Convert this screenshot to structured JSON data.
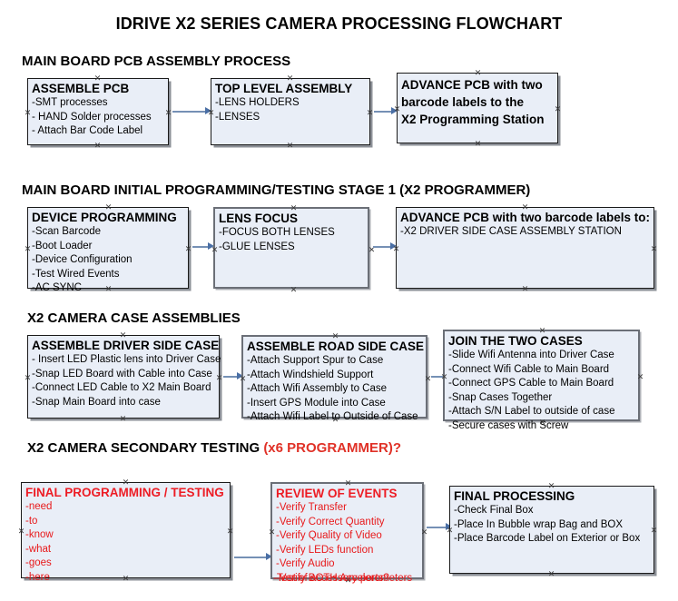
{
  "document": {
    "title": "IDRIVE X2  SERIES CAMERA PROCESSING FLOWCHART"
  },
  "sections": [
    {
      "id": "main-board-pcb-assembly",
      "heading": "MAIN BOARD PCB ASSEMBLY PROCESS",
      "heading_accent": ""
    },
    {
      "id": "main-board-initial-programming",
      "heading": "MAIN BOARD INITIAL PROGRAMMING/TESTING STAGE 1 (X2 PROGRAMMER)",
      "heading_accent": ""
    },
    {
      "id": "x2-camera-case-assemblies",
      "heading": "X2 CAMERA CASE ASSEMBLIES",
      "heading_accent": ""
    },
    {
      "id": "x2-camera-secondary-testing",
      "heading": "X2 CAMERA SECONDARY TESTING ",
      "heading_accent": "(x6 PROGRAMMER)?"
    }
  ],
  "nodes": {
    "assemble_pcb": {
      "title": "ASSEMBLE PCB",
      "lines": [
        "-SMT processes",
        "- HAND Solder processes",
        "- Attach Bar Code Label"
      ]
    },
    "top_level_assembly": {
      "title": "TOP LEVEL ASSEMBLY",
      "lines": [
        "-LENS HOLDERS",
        "-LENSES"
      ]
    },
    "advance_pcb_station": {
      "title_lines": [
        "ADVANCE PCB with two",
        "barcode labels to the",
        " X2 Programming Station"
      ],
      "lines": []
    },
    "device_programming": {
      "title": "DEVICE PROGRAMMING",
      "lines": [
        "-Scan Barcode",
        "-Boot Loader",
        "-Device Configuration",
        "-Test Wired Events",
        "-AC SYNC"
      ]
    },
    "lens_focus": {
      "title": "LENS FOCUS",
      "lines": [
        "-FOCUS BOTH LENSES",
        "-GLUE LENSES"
      ]
    },
    "advance_pcb_driver_case": {
      "title": "ADVANCE PCB with two barcode labels to:",
      "lines": [
        "-X2 DRIVER  SIDE  CASE  ASSEMBLY STATION"
      ]
    },
    "assemble_driver_side_case": {
      "title": "ASSEMBLE DRIVER SIDE CASE",
      "lines": [
        "- Insert LED Plastic lens into Driver Case",
        "-Snap LED Board with Cable into Case",
        "-Connect LED Cable to X2 Main Board",
        "-Snap Main Board into case"
      ]
    },
    "assemble_road_side_case": {
      "title": "ASSEMBLE ROAD SIDE CASE",
      "lines": [
        "-Attach Support Spur to Case",
        "-Attach Windshield Support",
        "-Attach Wifi Assembly to Case",
        "-Insert GPS Module into Case",
        "-Attach Wifi Label to Outside of Case"
      ]
    },
    "join_the_two_cases": {
      "title": "JOIN THE TWO CASES",
      "lines": [
        "-Slide Wifi Antenna into Driver Case",
        "-Connect Wifi Cable to Main Board",
        "-Connect GPS Cable to Main Board",
        "-Snap Cases Together",
        "-Attach S/N Label to outside of case",
        "-Secure cases with Screw"
      ]
    },
    "final_programming_testing": {
      "title": "FINAL PROGRAMMING / TESTING",
      "lines": [
        "-need",
        "-to",
        "-know",
        "-what",
        "-goes",
        "-here"
      ]
    },
    "review_of_events": {
      "title": "REVIEW OF EVENTS",
      "lines": [
        "-Verify Transfer",
        "-Verify Correct Quantity",
        "-Verify Quality of Video",
        "-Verify LEDs function",
        "-Verify Audio",
        "-Verify BOTH Accelerometers"
      ],
      "overflow_line": "-Test of accessory ports?"
    },
    "final_processing": {
      "title": "FINAL PROCESSING",
      "lines": [
        " -Check Final Box",
        "-Place In Bubble wrap Bag and BOX",
        "-Place Barcode Label on Exterior or Box"
      ]
    }
  },
  "colors": {
    "box_fill": "#e9eef7",
    "box_border": "#1a1a1a",
    "box_border_gray": "#6b6f77",
    "connector": "#7590b5",
    "arrow": "#4a6fa5",
    "accent_red": "#ed1c24",
    "text": "#000000"
  }
}
